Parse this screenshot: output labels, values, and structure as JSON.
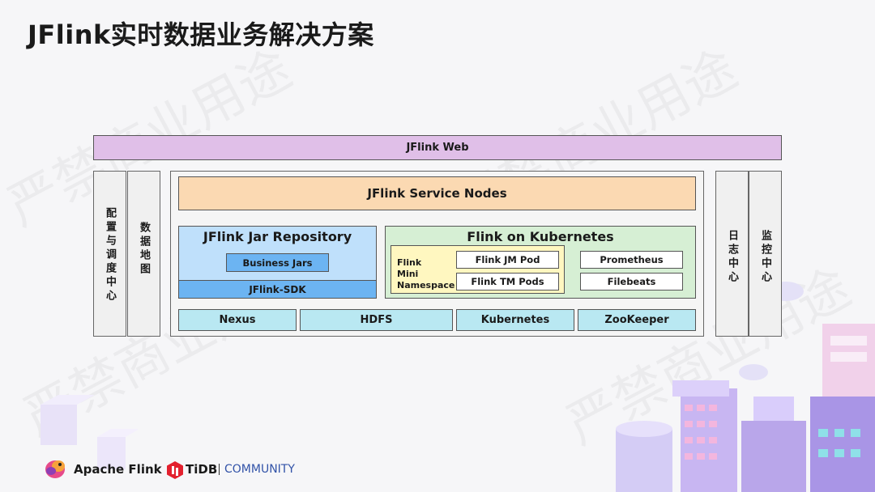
{
  "title": "JFlink实时数据业务解决方案",
  "watermark": "严禁商业用途",
  "top_bar": "JFlink Web",
  "left_columns": [
    "配置与调度中心",
    "数据地图"
  ],
  "right_columns": [
    "日志中心",
    "监控中心"
  ],
  "service_nodes": "JFlink Service Nodes",
  "jar_repo": {
    "title": "JFlink Jar Repository",
    "business_jars": "Business Jars",
    "sdk": "JFlink-SDK"
  },
  "k8s": {
    "title": "Flink on Kubernetes",
    "namespace_label": "Flink\nMini\nNamespace",
    "jm_pod": "Flink JM Pod",
    "tm_pods": "Flink TM Pods",
    "prometheus": "Prometheus",
    "filebeats": "Filebeats"
  },
  "bottom_row": [
    "Nexus",
    "HDFS",
    "Kubernetes",
    "ZooKeeper"
  ],
  "footer": {
    "apache_flink": "Apache Flink",
    "tidb": "TiDB",
    "community": "COMMUNITY"
  },
  "colors": {
    "web": "#e0bfe8",
    "service": "#fbd9b2",
    "jar_repo": "#bfe0fb",
    "jar_inner": "#6cb4f2",
    "k8s": "#d6efd4",
    "namespace": "#fff7c0",
    "storage": "#b9e8f2"
  }
}
